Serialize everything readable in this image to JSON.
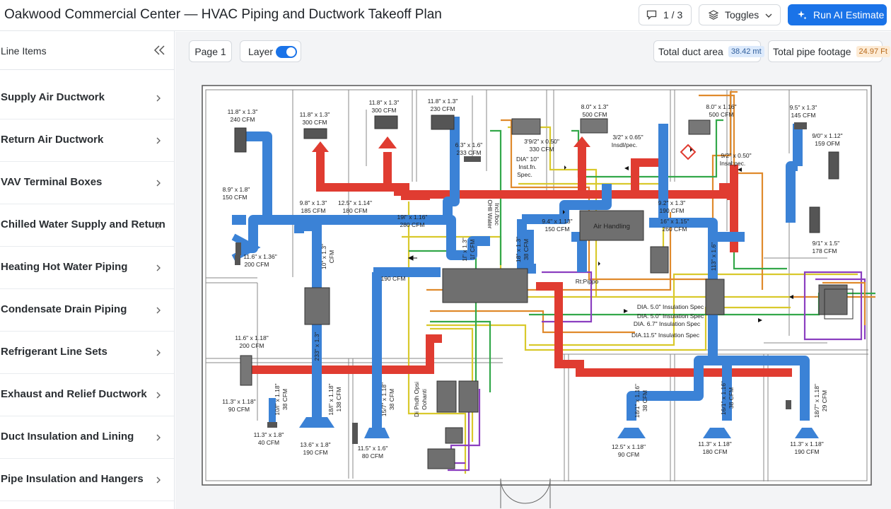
{
  "header": {
    "title": "Oakwood Commercial Center — HVAC Piping and Ductwork Takeoff Plan",
    "page_counter": "1 / 3",
    "toggles_label": "Toggles",
    "run_label": "Run AI Estimate"
  },
  "sidebar": {
    "title": "Line Items",
    "items": [
      {
        "label": "Supply Air Ductwork"
      },
      {
        "label": "Return Air Ductwork"
      },
      {
        "label": "VAV Terminal Boxes"
      },
      {
        "label": "Chilled Water Supply and Return"
      },
      {
        "label": "Heating Hot Water Piping"
      },
      {
        "label": "Condensate Drain Piping"
      },
      {
        "label": "Refrigerant Line Sets"
      },
      {
        "label": "Exhaust and Relief Ductwork"
      },
      {
        "label": "Duct Insulation and Lining"
      },
      {
        "label": "Pipe Insulation and Hangers"
      }
    ]
  },
  "toolbar": {
    "page_label": "Page 1",
    "layer_label": "Layer",
    "layer_on": true,
    "duct_area_label": "Total duct area",
    "duct_area_value": "38.42 mt",
    "pipe_footage_label": "Total pipe footage",
    "pipe_footage_value": "24.97 Ft"
  },
  "plan": {
    "colors": {
      "supply": "#3b82d6",
      "hot": "#e03c31",
      "chw_green": "#33a84a",
      "yellow": "#d9c92c",
      "orange": "#e08a2c",
      "purple": "#8b3fc0",
      "unit": "#7a7a7a"
    },
    "labels": {
      "l01": "11.8\" x 1.3\"",
      "l02": "240 CFM",
      "l03": "11.8\" x 1.3\"",
      "l04": "300 CFM",
      "l05": "11.8\" x 1.3\"",
      "l06": "300 CFM",
      "l07": "11.8\" x 1.3\"",
      "l08": "230 CFM",
      "l09": "6.3\" x 1.6\"",
      "l10": "233 CFM",
      "l11": "3'9/2\" x 0.50\"",
      "l12": "330 CFM",
      "l13": "DIA\" 10\"",
      "l14": "Inst.fn.",
      "l15": "Spec.",
      "l16": "8.0\" x 1.3\"",
      "l17": "500 CFM",
      "l18": "3/2\" x 0.65\"",
      "l19": "Insdl/pec.",
      "l20": "8.0\" x 1.16\"",
      "l21": "500 CFM",
      "l22": "9/2\" x 0.50\"",
      "l23": "Insal:pec.",
      "l24": "9.5\" x 1.3\"",
      "l25": "145 CFM",
      "l26": "9/0\" x 1.12\"",
      "l27": "159 OFM",
      "l28": "8.9\" x 1.8\"",
      "l29": "150 CFM",
      "l30": "9.8\" x 1.3\"",
      "l31": "185 CFM",
      "l32": "12.5\" x 1.14\"",
      "l33": "180 CFM",
      "l34": "19l\" x 1.16\"",
      "l35": "280 CFM",
      "l36": "OHll Water",
      "l37": "Incl./boc",
      "l38": "9.4\" x 1.13\"",
      "l39": "150 CFM",
      "l40": "Air Handling",
      "l41": "9.2\" x 1.3\"",
      "l42": "190 CFM",
      "l43": "16\" x 1.15\"",
      "l44": "260 CFM",
      "l45": "9/1\" x 1.5\"",
      "l46": "178 CFM",
      "l47": "11.6\" x 1.36\"",
      "l48": "200 CFM",
      "l49": "10\" x 1.3\"",
      "l50": "CFM",
      "l51": "1l\" x 1.3\"",
      "l52": "1l' CFM",
      "l53": "18\" x 1.3\"",
      "l54": "38 CFM",
      "l55": "113\" x 1.6\"",
      "l56": "190 CFM",
      "l57": "Rt:Pippo",
      "l58": "DIA. 5.0\" Insulation Spec",
      "l59": "DIA. 5.0\" Insulation Spec",
      "l60": "DIA. 6.7\" Insulation Spec",
      "l61": "DIA.11.5\" Insulation Spec",
      "l62": "11.6\" x 1.18\"",
      "l63": "200 CFM",
      "l64": "233\" x 1.3\"",
      "l65": "11.3\" x 1.18\"",
      "l66": "90 CFM",
      "l67": "10/l\" x 1.18\"",
      "l68": "38 CFM",
      "l69": "11.3\" x 1.8\"",
      "l70": "40 CFM",
      "l71": "18/l\" x 1.18\"",
      "l72": "138 CFM",
      "l73": "13.6\" x 1.8\"",
      "l74": "190 CFM",
      "l75": "15/7\" x 1.18\"",
      "l76": "38 CFM",
      "l77": "Di Pndh Opsi",
      "l78": "Oohanti",
      "l79": "11.5\" x 1.6\"",
      "l80": "80 CFM",
      "l81": "18/1\" x 1.16\"",
      "l82": "38 CFM",
      "l83": "12.5\" x 1.18\"",
      "l84": "90 CFM",
      "l85": "16/1\" x 1.16\"",
      "l86": "38 CFM",
      "l87": "11.3\" x 1.18\"",
      "l88": "180 CFM",
      "l89": "18/7\" x 1.18\"",
      "l90": "29 CFM",
      "l91": "11.3\" x 1.18\"",
      "l92": "190 CFM"
    }
  }
}
